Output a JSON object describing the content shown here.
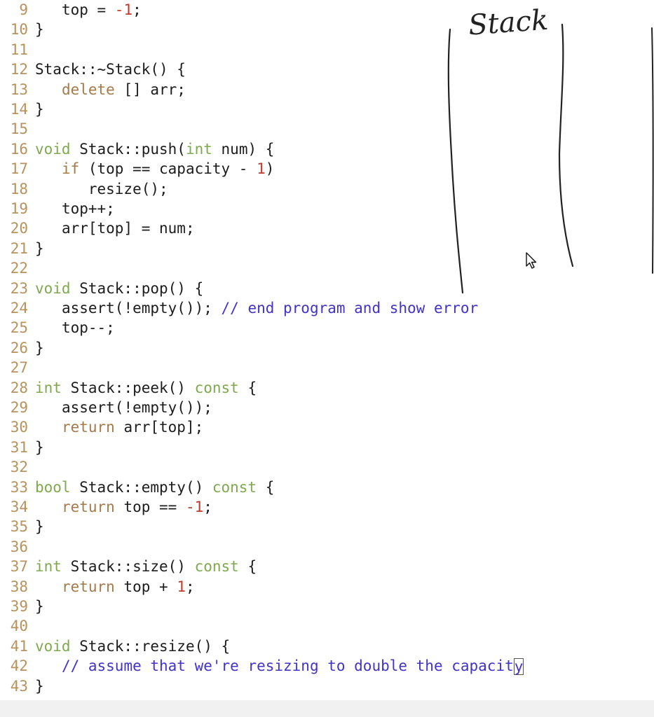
{
  "code_lines": [
    {
      "n": "9",
      "indent": "   ",
      "tokens": [
        [
          "top = ",
          "p"
        ],
        [
          "-1",
          "num"
        ],
        [
          ";",
          "p"
        ]
      ]
    },
    {
      "n": "10",
      "indent": "",
      "tokens": [
        [
          "}",
          "p"
        ]
      ]
    },
    {
      "n": "11",
      "indent": "",
      "tokens": []
    },
    {
      "n": "12",
      "indent": "",
      "tokens": [
        [
          "Stack::~Stack() {",
          "p"
        ]
      ]
    },
    {
      "n": "13",
      "indent": "   ",
      "tokens": [
        [
          "delete",
          "kw2"
        ],
        [
          " [] arr;",
          "p"
        ]
      ]
    },
    {
      "n": "14",
      "indent": "",
      "tokens": [
        [
          "}",
          "p"
        ]
      ]
    },
    {
      "n": "15",
      "indent": "",
      "tokens": []
    },
    {
      "n": "16",
      "indent": "",
      "tokens": [
        [
          "void",
          "kw"
        ],
        [
          " Stack::push(",
          "p"
        ],
        [
          "int",
          "kw"
        ],
        [
          " num) {",
          "p"
        ]
      ]
    },
    {
      "n": "17",
      "indent": "   ",
      "tokens": [
        [
          "if",
          "kw2"
        ],
        [
          " (top == capacity - ",
          "p"
        ],
        [
          "1",
          "num"
        ],
        [
          ")",
          "p"
        ]
      ]
    },
    {
      "n": "18",
      "indent": "      ",
      "tokens": [
        [
          "resize();",
          "p"
        ]
      ]
    },
    {
      "n": "19",
      "indent": "   ",
      "tokens": [
        [
          "top++;",
          "p"
        ]
      ]
    },
    {
      "n": "20",
      "indent": "   ",
      "tokens": [
        [
          "arr[top] = num;",
          "p"
        ]
      ]
    },
    {
      "n": "21",
      "indent": "",
      "tokens": [
        [
          "}",
          "p"
        ]
      ]
    },
    {
      "n": "22",
      "indent": "",
      "tokens": []
    },
    {
      "n": "23",
      "indent": "",
      "tokens": [
        [
          "void",
          "kw"
        ],
        [
          " Stack::pop() {",
          "p"
        ]
      ]
    },
    {
      "n": "24",
      "indent": "   ",
      "tokens": [
        [
          "assert(!empty()); ",
          "p"
        ],
        [
          "// end program and show error",
          "cmt"
        ]
      ]
    },
    {
      "n": "25",
      "indent": "   ",
      "tokens": [
        [
          "top--;",
          "p"
        ]
      ]
    },
    {
      "n": "26",
      "indent": "",
      "tokens": [
        [
          "}",
          "p"
        ]
      ]
    },
    {
      "n": "27",
      "indent": "",
      "tokens": []
    },
    {
      "n": "28",
      "indent": "",
      "tokens": [
        [
          "int",
          "kw"
        ],
        [
          " Stack::peek() ",
          "p"
        ],
        [
          "const",
          "kw"
        ],
        [
          " {",
          "p"
        ]
      ]
    },
    {
      "n": "29",
      "indent": "   ",
      "tokens": [
        [
          "assert(!empty());",
          "p"
        ]
      ]
    },
    {
      "n": "30",
      "indent": "   ",
      "tokens": [
        [
          "return",
          "kw2"
        ],
        [
          " arr[top];",
          "p"
        ]
      ]
    },
    {
      "n": "31",
      "indent": "",
      "tokens": [
        [
          "}",
          "p"
        ]
      ]
    },
    {
      "n": "32",
      "indent": "",
      "tokens": []
    },
    {
      "n": "33",
      "indent": "",
      "tokens": [
        [
          "bool",
          "kw"
        ],
        [
          " Stack::empty() ",
          "p"
        ],
        [
          "const",
          "kw"
        ],
        [
          " {",
          "p"
        ]
      ]
    },
    {
      "n": "34",
      "indent": "   ",
      "tokens": [
        [
          "return",
          "kw2"
        ],
        [
          " top == ",
          "p"
        ],
        [
          "-1",
          "num"
        ],
        [
          ";",
          "p"
        ]
      ]
    },
    {
      "n": "35",
      "indent": "",
      "tokens": [
        [
          "}",
          "p"
        ]
      ]
    },
    {
      "n": "36",
      "indent": "",
      "tokens": []
    },
    {
      "n": "37",
      "indent": "",
      "tokens": [
        [
          "int",
          "kw"
        ],
        [
          " Stack::size() ",
          "p"
        ],
        [
          "const",
          "kw"
        ],
        [
          " {",
          "p"
        ]
      ]
    },
    {
      "n": "38",
      "indent": "   ",
      "tokens": [
        [
          "return",
          "kw2"
        ],
        [
          " top + ",
          "p"
        ],
        [
          "1",
          "num"
        ],
        [
          ";",
          "p"
        ]
      ]
    },
    {
      "n": "39",
      "indent": "",
      "tokens": [
        [
          "}",
          "p"
        ]
      ]
    },
    {
      "n": "40",
      "indent": "",
      "tokens": []
    },
    {
      "n": "41",
      "indent": "",
      "tokens": [
        [
          "void",
          "kw"
        ],
        [
          " Stack::resize() {",
          "p"
        ]
      ]
    },
    {
      "n": "42",
      "indent": "   ",
      "tokens": [
        [
          "// assume that we're resizing to double the capacit",
          "cmt"
        ],
        [
          "y",
          "cmt-cursor"
        ]
      ]
    },
    {
      "n": "43",
      "indent": "",
      "tokens": [
        [
          "}",
          "p"
        ]
      ]
    }
  ],
  "drawing": {
    "label": "Stack",
    "cursor_icon": "mouse-pointer-icon"
  },
  "colors": {
    "line_number": "#b8925d",
    "keyword_type": "#7ea94e",
    "keyword_flow": "#a47a4a",
    "number": "#c0392b",
    "comment": "#4233c9",
    "text": "#1c1c1c"
  }
}
